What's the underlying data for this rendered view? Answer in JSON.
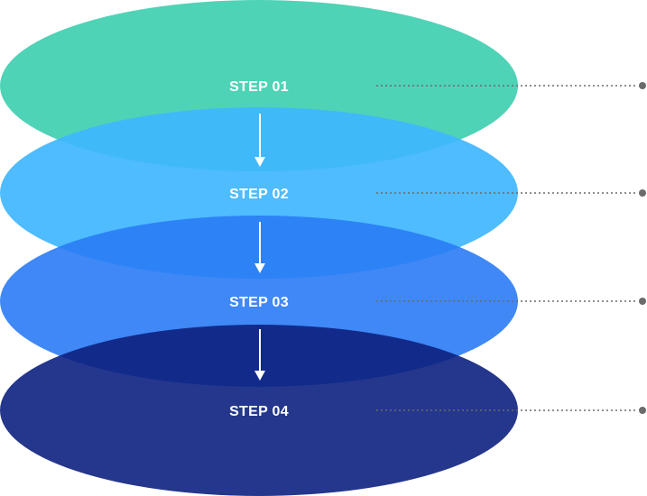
{
  "diagram": {
    "steps": [
      {
        "label": "STEP 01",
        "color": "#3FCFB0",
        "opacity": 0.92
      },
      {
        "label": "STEP 02",
        "color": "#3FB6FF",
        "opacity": 0.92
      },
      {
        "label": "STEP 03",
        "color": "#2A7BF5",
        "opacity": 0.9
      },
      {
        "label": "STEP 04",
        "color": "#0D2180",
        "opacity": 0.9
      }
    ],
    "arrow_color": "#ffffff",
    "leader_color": "#6b6b6b"
  }
}
